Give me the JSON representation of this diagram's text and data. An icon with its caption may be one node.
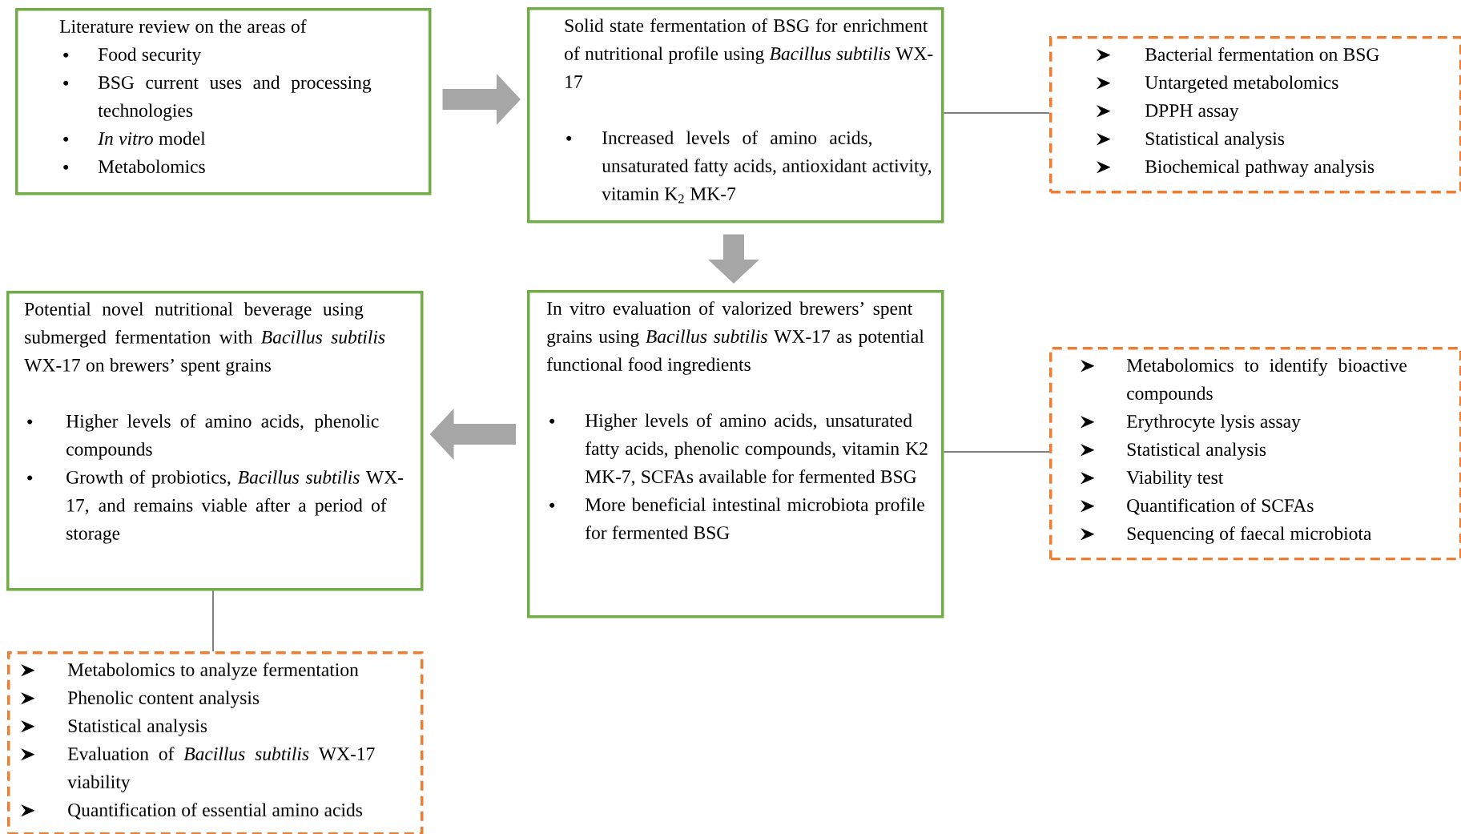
{
  "diagram": {
    "nodes": [
      {
        "text": [
          "Literature review on the areas of",
          "Food security",
          "BSG current uses and processing technologies",
          "*In vitro* model",
          "Metabolomics"
        ]
      },
      {
        "text": [
          "Solid state fermentation of BSG for enrichment of nutritional profile using *Bacillus subtilis* WX-17",
          "Increased levels of amino acids, unsaturated fatty acids, antioxidant activity, vitamin K$_{2}$ MK-7"
        ]
      },
      {
        "text": [
          "Bacterial fermentation on BSG",
          "Untargeted metabolomics",
          "DPPH assay",
          "Statistical analysis",
          "Biochemical pathway analysis"
        ]
      },
      {
        "text": [
          "In vitro evaluation of valorized brewers’ spent grains using *Bacillus subtilis* WX-17 as potential functional food ingredients",
          "Higher levels of amino acids, unsaturated fatty acids, phenolic compounds, vitamin K2 MK-7, SCFAs available for fermented BSG",
          "More beneficial intestinal microbiota profile for fermented BSG"
        ]
      },
      {
        "text": [
          "Metabolomics to identify bioactive compounds",
          "Erythrocyte lysis assay",
          "Statistical analysis",
          "Viability test",
          "Quantification of SCFAs",
          "Sequencing of faecal microbiota"
        ]
      },
      {
        "text": [
          "Potential novel nutritional beverage using submerged fermentation with *Bacillus subtilis* WX-17 on brewers’ spent grains",
          "Higher levels of amino acids, phenolic compounds",
          "Growth of probiotics, *Bacillus subtilis* WX-17, and remains viable after a period of storage"
        ]
      },
      {
        "text": [
          "Metabolomics to analyze fermentation",
          "Phenolic content analysis",
          "Statistical analysis",
          "Evaluation of *Bacillus subtilis* WX-17 viability",
          "Quantification of essential amino acids"
        ]
      }
    ],
    "edges": [
      {
        "from": 0,
        "to": 1,
        "arrow": "to",
        "style": "thick",
        "color": "#a6a6a6"
      },
      {
        "from": 1,
        "to": 2,
        "arrow": "none",
        "color": "#000000"
      },
      {
        "from": 1,
        "to": 3,
        "arrow": "to",
        "style": "thick",
        "color": "#a6a6a6"
      },
      {
        "from": 3,
        "to": 4,
        "arrow": "none",
        "color": "#000000"
      },
      {
        "from": 3,
        "to": 5,
        "arrow": "to",
        "style": "thick",
        "color": "#a6a6a6"
      },
      {
        "from": 5,
        "to": 6,
        "arrow": "none",
        "color": "#000000"
      }
    ]
  }
}
